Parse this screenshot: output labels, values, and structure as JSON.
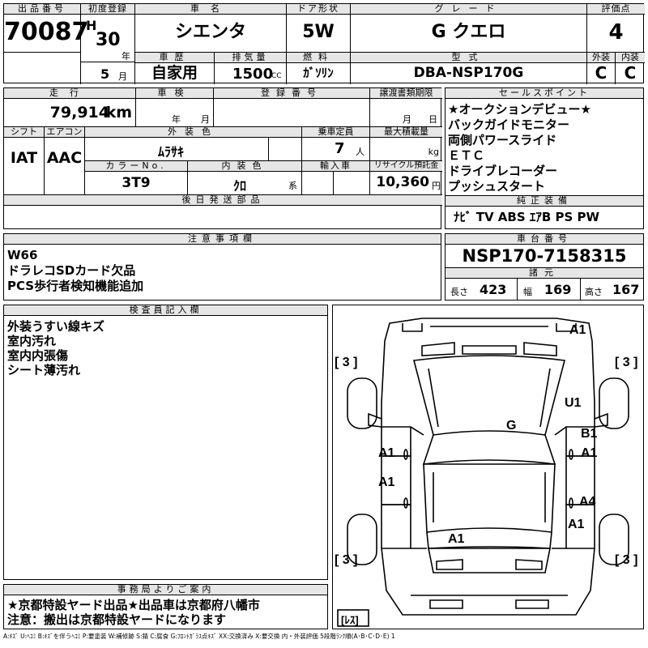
{
  "header": {
    "lot_label": "出品番号",
    "lot_number": "70087",
    "first_reg_label": "初度登録",
    "era": "H",
    "year": "30",
    "year_unit": "年",
    "month": "5",
    "month_unit": "月",
    "name_label": "車名",
    "car_name": "シエンタ",
    "door_label": "ドア形状",
    "door_value": "5W",
    "grade_label": "グレード",
    "grade_value": "G クエロ",
    "score_label": "評価点",
    "score_value": "4",
    "history_label": "車歴",
    "history_value": "自家用",
    "displacement_label": "排気量",
    "displacement_value": "1500",
    "displacement_unit": "CC",
    "fuel_label": "燃料",
    "fuel_value": "ｶﾞｿﾘﾝ",
    "model_label": "型式",
    "model_value": "DBA-NSP170G",
    "exterior_label": "外装",
    "exterior_value": "C",
    "interior_label": "内装",
    "interior_value": "C"
  },
  "details": {
    "mileage_label": "走行",
    "mileage_value": "79,914",
    "mileage_unit": "km",
    "inspection_label": "車検",
    "inspection_year_unit": "年",
    "inspection_month_unit": "月",
    "reg_label": "登録番号",
    "transfer_label": "譲渡書類期限",
    "transfer_month_unit": "月",
    "transfer_day_unit": "日",
    "shift_label": "シフト",
    "shift_value": "IAT",
    "ac_label": "エアコン",
    "ac_value": "AAC",
    "color_label": "外装色",
    "color_value": "ﾑﾗｻｷ",
    "seats_label": "乗車定員",
    "seats_value": "7",
    "seats_unit": "人",
    "load_label": "最大積載量",
    "load_unit": "kg",
    "color_no_label": "カラーNo.",
    "color_no_value": "3T9",
    "int_color_label": "内装色",
    "int_color_value": "ｸﾛ",
    "int_color_unit": "系",
    "import_label": "輸入車",
    "recycle_label": "リサイクル預託金",
    "recycle_value": "10,360",
    "recycle_unit": "円",
    "later_parts_label": "後日発送部品"
  },
  "sales_points": {
    "label": "セールスポイント",
    "lines": [
      "★オークションデビュー★",
      "バックガイドモニター",
      "両側パワースライド",
      "ＥＴＣ",
      "ドライブレコーダー",
      "プッシュスタート"
    ]
  },
  "equipment": {
    "label": "純正装備",
    "value": "ﾅﾋﾞ TV ABS ｴｱB PS PW"
  },
  "notes": {
    "label": "注意事項欄",
    "lines": [
      "W66",
      "ドラレコSDカード欠品",
      "PCS歩行者検知機能追加"
    ]
  },
  "chassis": {
    "label": "車台番号",
    "value": "NSP170-7158315",
    "dims_label": "諸元",
    "length_label": "長さ",
    "length_value": "423",
    "width_label": "幅",
    "width_value": "169",
    "height_label": "高さ",
    "height_value": "167"
  },
  "inspector": {
    "label": "検査員記入欄",
    "lines": [
      "外装うすい線キズ",
      "室内汚れ",
      "室内内張傷",
      "シート薄汚れ"
    ]
  },
  "diagram": {
    "tire_marks": [
      "[ 3 ]",
      "[ 3 ]",
      "[ 3 ]",
      "[ 3 ]"
    ],
    "spare_mark": "[ﾚｽ]",
    "damage": {
      "front_right": "A1",
      "front_fender_r": "U1",
      "hood": "G",
      "front_door_r_upper": "B1",
      "front_door_r": "A1",
      "front_door_l": "A1",
      "rear_door_l": "A1",
      "rear_door_r": "A4",
      "rear_fender_r": "A1",
      "rear_center": "A1"
    }
  },
  "office": {
    "label": "事務局よりご案内",
    "lines": [
      "★京都特設ヤード出品★出品車は京都府八幡市",
      "注意：搬出は京都特設ヤードになります"
    ]
  },
  "legend": "A:ｷｽﾞ U:ﾍｺﾐ B:ｷｽﾞを伴うﾍｺﾐ P:要塗装 W:補修跡 S:錆 C:腐食 G:ﾌﾛﾝﾄｶﾞﾗｽ点ｷｽﾞ XX:交換済み X:要交換 内・外装評価 5段階ﾗﾝｸ順(A･B･C･D･E) 1"
}
